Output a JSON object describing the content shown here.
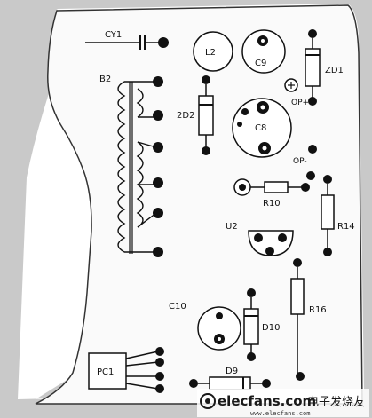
{
  "labels": {
    "cy1": "CY1",
    "l2": "L2",
    "c9": "C9",
    "zd1": "ZD1",
    "op_plus": "OP+",
    "b2": "B2",
    "zd2": "2D2",
    "c8": "C8",
    "op_minus": "OP-",
    "r10": "R10",
    "r14": "R14",
    "u2": "U2",
    "c10": "C10",
    "d10": "D10",
    "r16": "R16",
    "pc1": "PC1",
    "d9": "D9"
  },
  "watermark": {
    "brand": "elecfans.com",
    "chinese": "电子发烧友",
    "url": "www.elecfans.com"
  }
}
